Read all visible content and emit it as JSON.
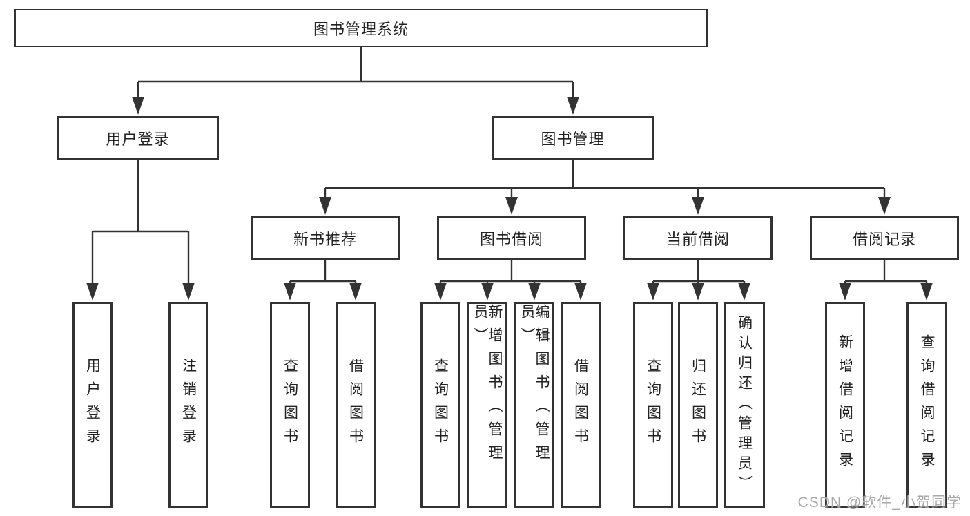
{
  "tree": {
    "root": {
      "label": "图书管理系统"
    },
    "branches": [
      {
        "label": "用户登录",
        "children": [
          {
            "label": "用户登录"
          },
          {
            "label": "注销登录"
          }
        ]
      },
      {
        "label": "图书管理",
        "children": [
          {
            "label": "新书推荐",
            "children": [
              {
                "label": "查询图书"
              },
              {
                "label": "借阅图书"
              }
            ]
          },
          {
            "label": "图书借阅",
            "children": [
              {
                "label": "查询图书"
              },
              {
                "label": "新增图书（管理员）"
              },
              {
                "label": "编辑图书（管理员）"
              },
              {
                "label": "借阅图书"
              }
            ]
          },
          {
            "label": "当前借阅",
            "children": [
              {
                "label": "查询图书"
              },
              {
                "label": "归还图书"
              },
              {
                "label": "确认归还（管理员）"
              }
            ]
          },
          {
            "label": "借阅记录",
            "children": [
              {
                "label": "新增借阅记录"
              },
              {
                "label": "查询借阅记录"
              }
            ]
          }
        ]
      }
    ]
  },
  "watermark": {
    "text": "CSDN @软件_小贺同学"
  },
  "colors": {
    "line": "#333333",
    "text": "#222222",
    "watermark": "#a8a8a8",
    "background": "#ffffff"
  }
}
